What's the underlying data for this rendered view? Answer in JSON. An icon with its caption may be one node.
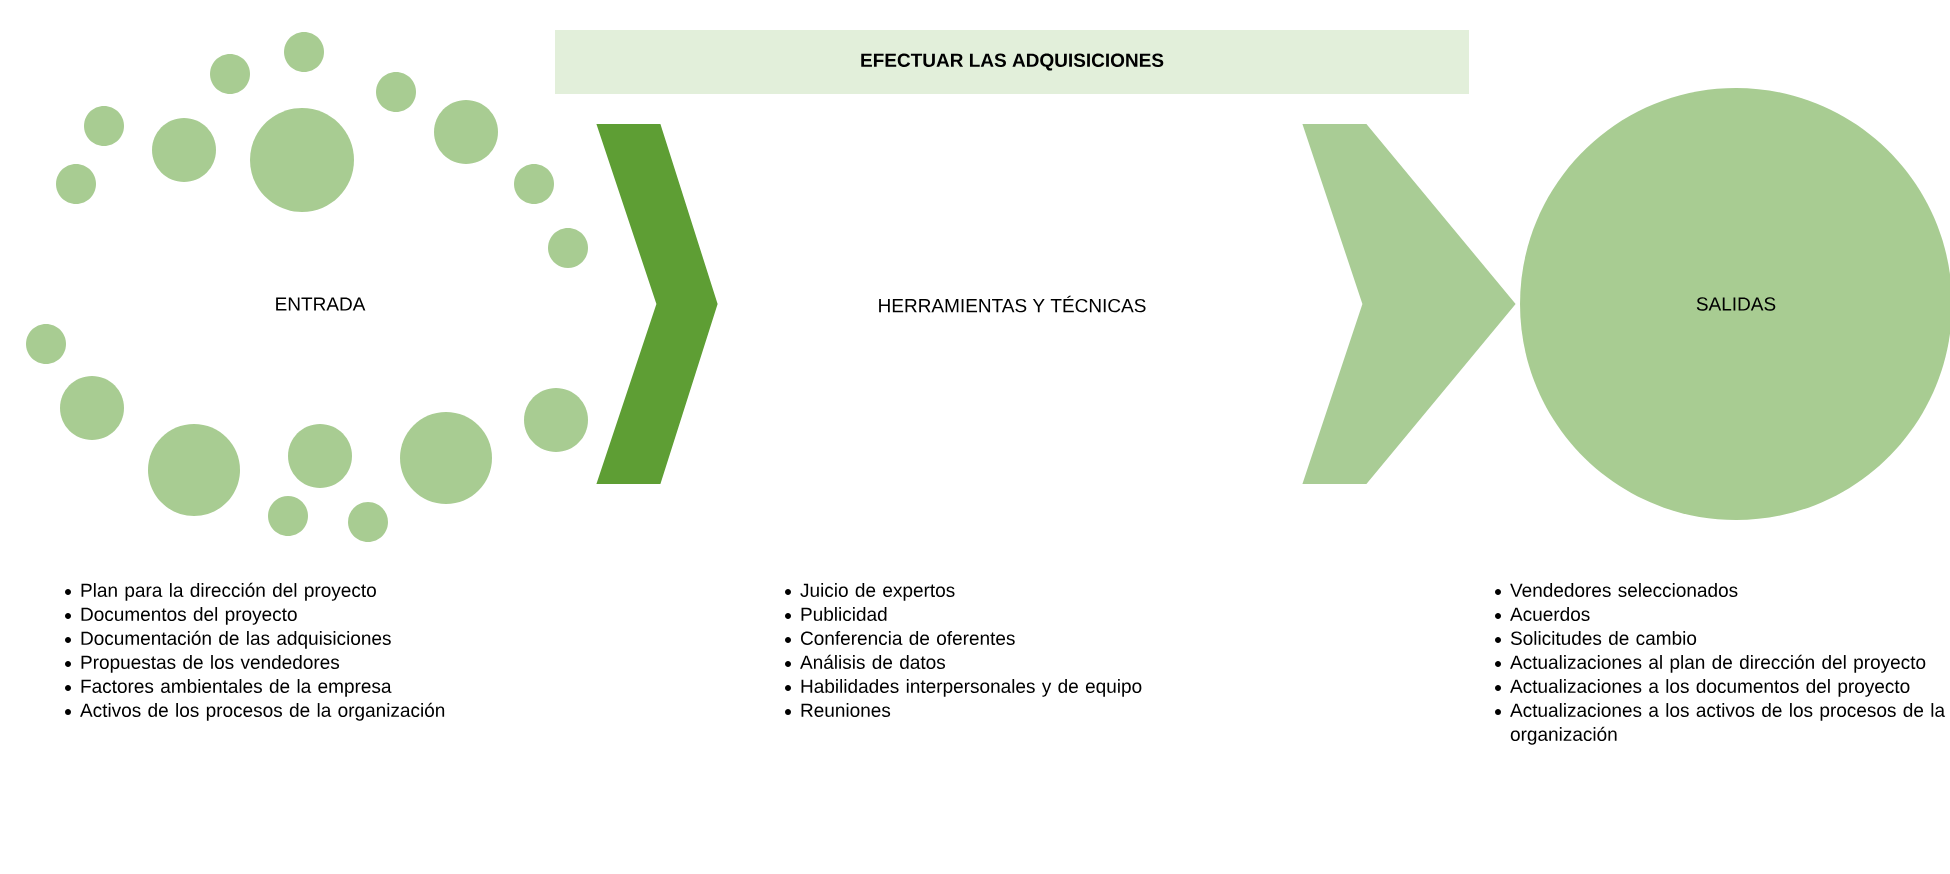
{
  "diagram": {
    "title": "EFECTUAR LAS ADQUISICIONES",
    "nodes": [
      {
        "text": [
          "ENTRADA"
        ],
        "beside": [
          "Plan para la dirección del proyecto",
          "Documentos del proyecto",
          "Documentación de las adquisiciones",
          "Propuestas de los vendedores",
          "Factores ambientales de la empresa",
          "Activos de los procesos de la organización"
        ]
      },
      {
        "text": [
          "HERRAMIENTAS Y TÉCNICAS"
        ],
        "beside": [
          "Juicio de expertos",
          "Publicidad",
          "Conferencia de oferentes",
          "Análisis de datos",
          "Habilidades interpersonales y de equipo",
          "Reuniones"
        ]
      },
      {
        "text": [
          "SALIDAS"
        ],
        "beside": [
          "Vendedores seleccionados",
          "Acuerdos",
          "Solicitudes de cambio",
          "Actualizaciones al plan de dirección del proyecto",
          "Actualizaciones a los documentos del proyecto",
          "Actualizaciones a los activos de los procesos de la organización"
        ]
      }
    ],
    "edges": [
      {
        "from": 0,
        "to": 1,
        "arrow": "to",
        "color": "#5e9e34"
      },
      {
        "from": 1,
        "to": 2,
        "arrow": "to",
        "color": "#a9cc95"
      }
    ]
  }
}
